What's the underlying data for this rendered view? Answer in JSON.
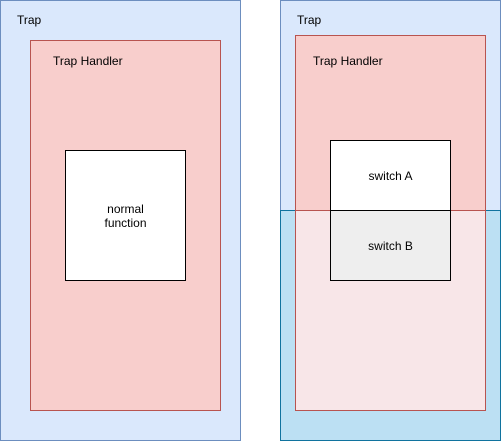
{
  "left": {
    "trap_label": "Trap",
    "handler_label": "Trap Handler",
    "inner_label": "normal\nfunction"
  },
  "right": {
    "trap_label": "Trap",
    "handler_label": "Trap Handler",
    "switch_a_label": "switch A",
    "switch_b_label": "switch B"
  },
  "colors": {
    "trap_fill": "#dae8fc",
    "trap_stroke": "#6c8ebf",
    "handler_fill": "#f8cecc",
    "handler_stroke": "#b85450",
    "overlay_fill": "#b1ddf0",
    "switch_b_fill": "#eeeeee"
  }
}
